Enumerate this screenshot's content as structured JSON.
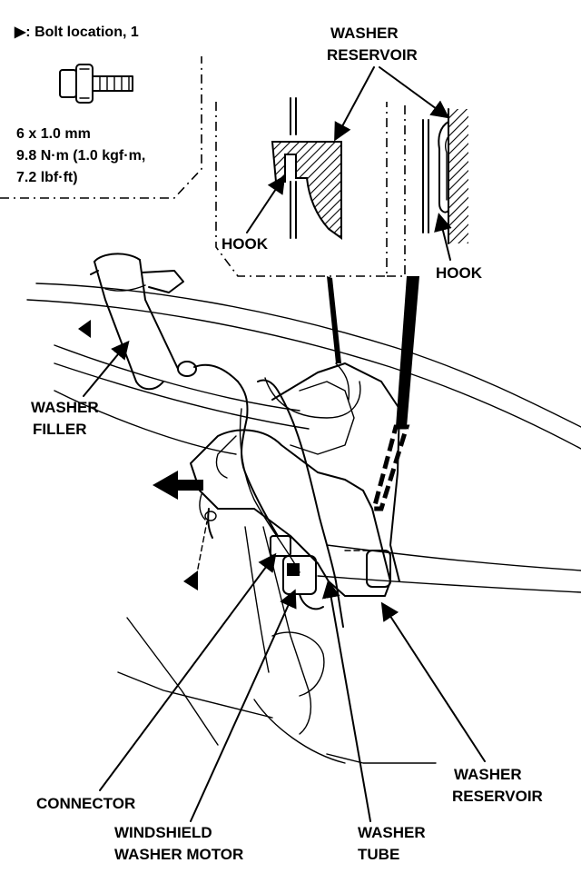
{
  "legend": {
    "bolt_title": "▶: Bolt location, 1",
    "bolt_size": "6 x 1.0 mm",
    "bolt_torque_1": "9.8 N·m (1.0 kgf·m,",
    "bolt_torque_2": "7.2 lbf·ft)"
  },
  "labels": {
    "washer_reservoir_top_1": "WASHER",
    "washer_reservoir_top_2": "RESERVOIR",
    "hook_left": "HOOK",
    "hook_right": "HOOK",
    "washer_filler_1": "WASHER",
    "washer_filler_2": "FILLER",
    "washer_reservoir_bottom_1": "WASHER",
    "washer_reservoir_bottom_2": "RESERVOIR",
    "connector": "CONNECTOR",
    "washer_motor_1": "WINDSHIELD",
    "washer_motor_2": "WASHER MOTOR",
    "washer_tube_1": "WASHER",
    "washer_tube_2": "TUBE"
  }
}
